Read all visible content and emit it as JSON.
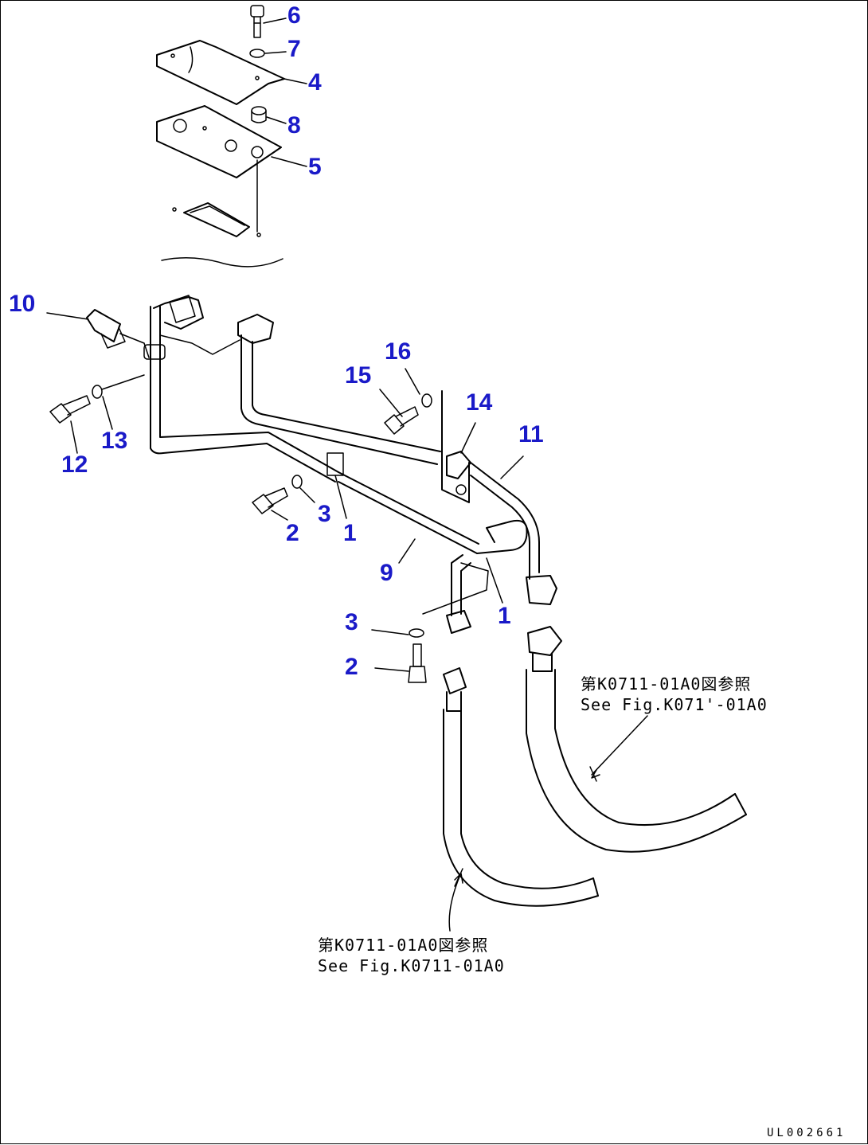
{
  "callouts": {
    "c6": "6",
    "c7": "7",
    "c4": "4",
    "c8": "8",
    "c5": "5",
    "c10": "10",
    "c16": "16",
    "c15": "15",
    "c14": "14",
    "c11": "11",
    "c13": "13",
    "c12": "12",
    "c3a": "3",
    "c2a": "2",
    "c1a": "1",
    "c9": "9",
    "c3b": "3",
    "c1b": "1",
    "c2b": "2"
  },
  "references": {
    "right_jp": "第K0711-01A0図参照",
    "right_en": "See Fig.K071'-01A0",
    "bottom_jp": "第K0711-01A0図参照",
    "bottom_en": "See Fig.K0711-01A0"
  },
  "drawing_code": "UL002661"
}
